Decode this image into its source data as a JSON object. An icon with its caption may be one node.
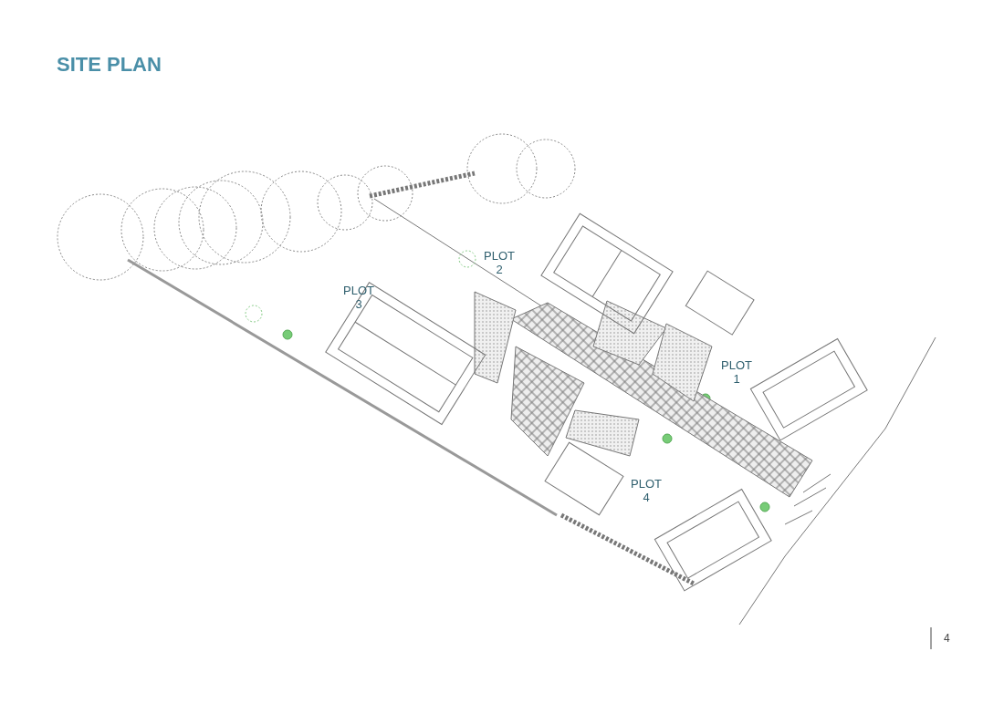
{
  "diagram": {
    "title": "SITE PLAN",
    "labels": [
      "PLOT 2",
      "PLOT 3",
      "PLOT 1",
      "PLOT 4",
      "4"
    ]
  }
}
